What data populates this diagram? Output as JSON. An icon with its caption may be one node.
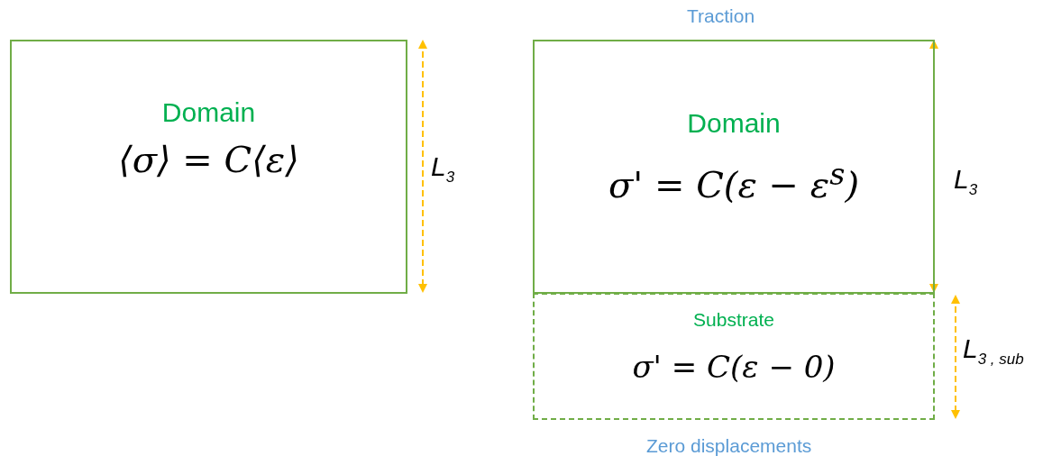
{
  "diagram": {
    "nodes": [
      {
        "text": [
          "Domain",
          "⟨σ⟩ = C⟨ε⟩"
        ]
      },
      {
        "text": [
          "Domain",
          "σ' = C(ε − ε$^{s}$)"
        ]
      },
      {
        "text": [
          "Substrate",
          "σ' = C(ε − 0)"
        ]
      }
    ],
    "edges": [],
    "labels": [
      "Traction",
      "L$_{3}$",
      "L$_{3}$",
      "L$_{3 , sub}$",
      "Zero displacements"
    ]
  }
}
